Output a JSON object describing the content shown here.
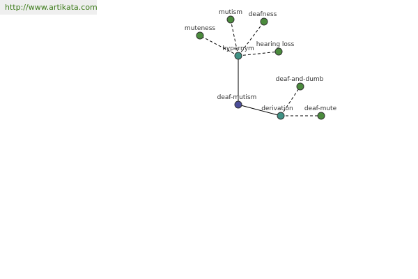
{
  "source_url": "http://www.artikata.com",
  "colors": {
    "root": "#4b4d99",
    "relation": "#3f9184",
    "leaf": "#4b8b3d",
    "url_text": "#3a7a17"
  },
  "nodes": [
    {
      "id": "deaf-mutism",
      "label": "deaf-mutism",
      "kind": "root"
    },
    {
      "id": "hypernym",
      "label": "hypernym",
      "kind": "relation"
    },
    {
      "id": "derivation",
      "label": "derivation",
      "kind": "relation"
    },
    {
      "id": "muteness",
      "label": "muteness",
      "kind": "leaf"
    },
    {
      "id": "mutism",
      "label": "mutism",
      "kind": "leaf"
    },
    {
      "id": "deafness",
      "label": "deafness",
      "kind": "leaf"
    },
    {
      "id": "hearing-loss",
      "label": "hearing loss",
      "kind": "leaf"
    },
    {
      "id": "deaf-and-dumb",
      "label": "deaf-and-dumb",
      "kind": "leaf"
    },
    {
      "id": "deaf-mute",
      "label": "deaf-mute",
      "kind": "leaf"
    }
  ],
  "edges": [
    {
      "from": "deaf-mutism",
      "to": "hypernym",
      "style": "solid"
    },
    {
      "from": "deaf-mutism",
      "to": "derivation",
      "style": "solid"
    },
    {
      "from": "hypernym",
      "to": "muteness",
      "style": "dashed"
    },
    {
      "from": "hypernym",
      "to": "mutism",
      "style": "dashed"
    },
    {
      "from": "hypernym",
      "to": "deafness",
      "style": "dashed"
    },
    {
      "from": "hypernym",
      "to": "hearing-loss",
      "style": "dashed"
    },
    {
      "from": "derivation",
      "to": "deaf-and-dumb",
      "style": "dashed"
    },
    {
      "from": "derivation",
      "to": "deaf-mute",
      "style": "dashed"
    }
  ]
}
